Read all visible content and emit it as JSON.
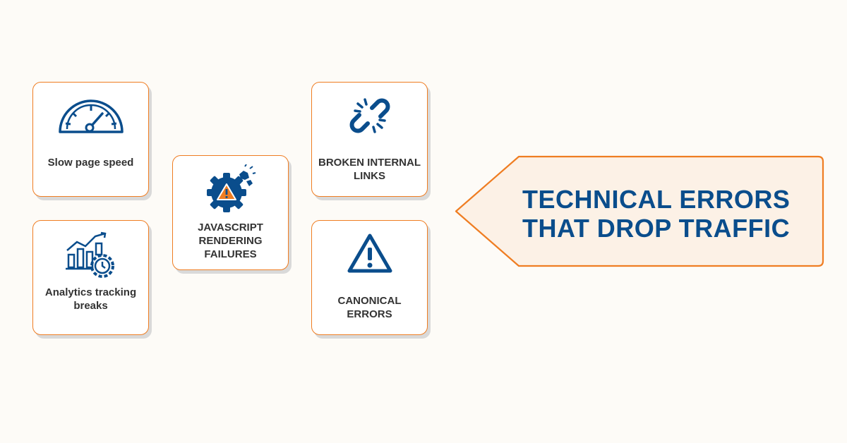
{
  "colors": {
    "accent": "#ef7d22",
    "icon_blue": "#0a4d8c",
    "text_dark": "#333333",
    "callout_fill": "#fcf1e6",
    "background": "#fdfbf7"
  },
  "cards": [
    {
      "id": "speed",
      "label": "Slow page speed",
      "icon": "speedometer-icon"
    },
    {
      "id": "analytics",
      "label": "Analytics tracking breaks",
      "icon": "analytics-chart-clock-icon"
    },
    {
      "id": "js",
      "label": "JAVASCRIPT RENDERING FAILURES",
      "icon": "gear-warning-icon"
    },
    {
      "id": "links",
      "label": "BROKEN INTERNAL LINKS",
      "icon": "broken-link-icon"
    },
    {
      "id": "canonical",
      "label": "CANONICAL ERRORS",
      "icon": "warning-triangle-icon"
    }
  ],
  "callout": {
    "line1": "TECHNICAL ERRORS",
    "line2": "THAT DROP TRAFFIC"
  }
}
